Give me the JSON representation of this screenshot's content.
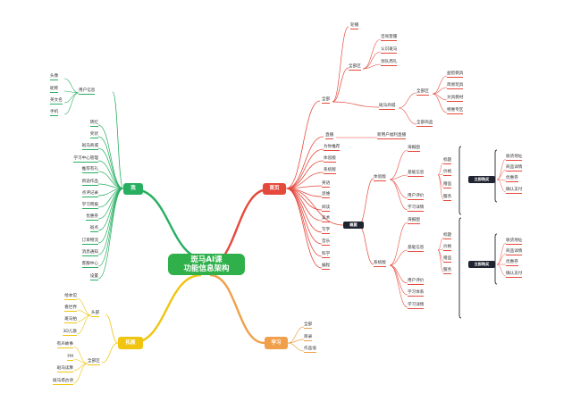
{
  "root": [
    "斑马AI课",
    "功能信息架构"
  ],
  "colors": {
    "home": "#e5493c",
    "me": "#27ae60",
    "ext": "#f1c40f",
    "study": "#f0a04b",
    "dark": "#1f2430"
  },
  "me": {
    "label": "我",
    "user_info": "用户信息",
    "user_fields": [
      "头像",
      "昵称",
      "英文名",
      "手机"
    ],
    "items": [
      "转红",
      "奖状",
      "斑马商城",
      "学习中心管理",
      "推荐有礼",
      "新途作品",
      "点评记录",
      "学习周报",
      "优惠券",
      "斑点",
      "订单物流",
      "消息通知",
      "客服中心",
      "设置"
    ]
  },
  "ext": {
    "label": "拓展",
    "head": "头部",
    "head_items": [
      "绘本馆",
      "看世界",
      "斑马拍",
      "3D儿歌"
    ],
    "all": "全部区",
    "all_items": [
      "有声故事",
      "FM",
      "斑马读算",
      "斑马塔古诗"
    ]
  },
  "study": {
    "label": "学习",
    "items": [
      "全部",
      "目录",
      "作品墙"
    ]
  },
  "home": {
    "label": "首页",
    "all": "全部",
    "roll": "轮播",
    "allzone": "全部区",
    "allzone_items": [
      "咨询客服",
      "认识斑马",
      "领队周礼"
    ],
    "mall": "斑马商城",
    "mall_all": "全部区",
    "mall_all_items": [
      "益智教具",
      "简易玩具",
      "文具教材",
      "特惠专区"
    ],
    "mall_goods": "全部商品",
    "live": "直播",
    "live_item": "新用户福利直播",
    "mid_items": [
      "为你推荐",
      "体验版",
      "系统版"
    ],
    "subjects": [
      "英语",
      "思维",
      "阅读",
      "美术",
      "写字",
      "音乐",
      "科学",
      "编程"
    ],
    "overview": "概要",
    "trial": "体验版",
    "system": "系统版",
    "version_sub": [
      "海报图",
      "基础信息",
      "用户评价",
      "学习详情"
    ],
    "system_sub": [
      "海报图",
      "基础信息",
      "用户评价",
      "学习体系",
      "学习详情"
    ],
    "info_items": [
      "标题",
      "价格",
      "赠品",
      "服务"
    ],
    "buy": "立即购买",
    "buy_items": [
      "收货地址",
      "商品详情",
      "优惠券",
      "确认支付"
    ]
  }
}
